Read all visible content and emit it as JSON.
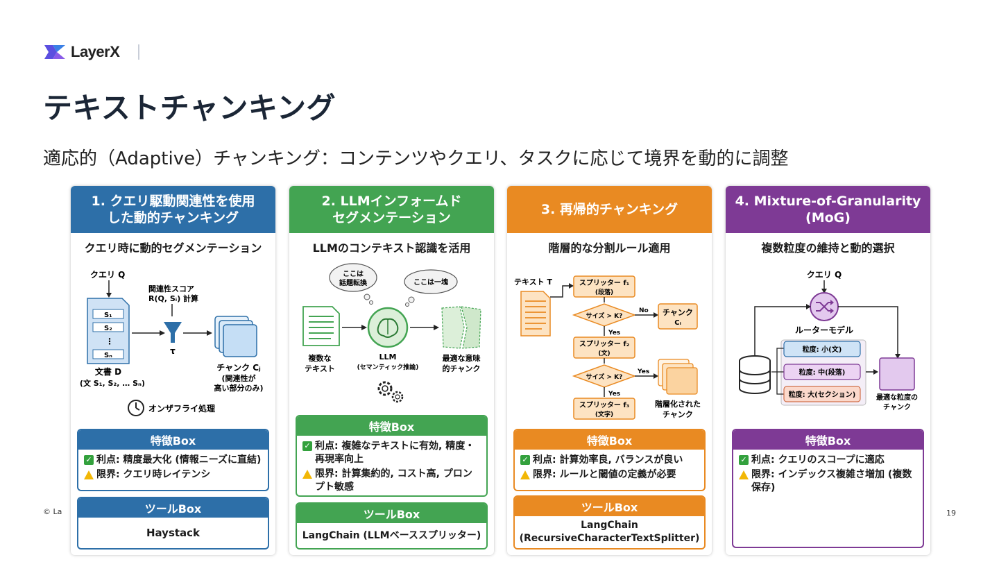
{
  "header": {
    "logo_text": "LayerX",
    "title": "テキストチャンキング",
    "subtitle": "適応的（Adaptive）チャンキング：コンテンツやクエリ、タスクに応じて境界を動的に調整"
  },
  "footer": {
    "copyright": "© La",
    "page_number": "19"
  },
  "colors": {
    "panel1": "#2d6fa8",
    "panel2": "#43a452",
    "panel3": "#e98a22",
    "panel4": "#7e3a95"
  },
  "panels": [
    {
      "title": "1. クエリ駆動関連性を使用\nした動的チャンキング",
      "subtitle": "クエリ時に動的セグメンテーション",
      "diagram": {
        "query": "クエリ Q",
        "score": "関連性スコア",
        "score_formula": "R(Q, Sᵢ) 計算",
        "s1": "S₁",
        "s2": "S₂",
        "sdots": "⋮",
        "sn": "Sₙ",
        "tau": "τ",
        "doc_label": "文書 D",
        "doc_sub": "(文 S₁, S₂, … Sₙ)",
        "chunk_label": "チャンク Cⱼ",
        "chunk_sub1": "(関連性が",
        "chunk_sub2": "高い部分のみ)",
        "onthefly": "オンザフライ処理"
      },
      "feature_box": {
        "title": "特徴Box",
        "pro": "利点: 精度最大化 (情報ニーズに直結)",
        "con": "限界: クエリ時レイテンシ"
      },
      "tool_box": {
        "title": "ツールBox",
        "text": "Haystack"
      }
    },
    {
      "title": "2. LLMインフォームド\nセグメンテーション",
      "subtitle": "LLMのコンテキスト認識を活用",
      "diagram": {
        "cloud1_line1": "ここは",
        "cloud1_line2": "話題転換",
        "cloud2": "ここは一塊",
        "input_line1": "複数な",
        "input_line2": "テキスト",
        "llm_label": "LLM",
        "llm_sub": "(セマンティック推論)",
        "output_line1": "最適な意味",
        "output_line2": "的チャンク"
      },
      "feature_box": {
        "title": "特徴Box",
        "pro": "利点: 複雑なテキストに有効, 精度・再現率向上",
        "con": "限界: 計算集約的, コスト高, プロンプト敏感"
      },
      "tool_box": {
        "title": "ツールBox",
        "text": "LangChain (LLMベーススプリッター)"
      }
    },
    {
      "title": "3. 再帰的チャンキング",
      "subtitle": "階層的な分割ルール適用",
      "diagram": {
        "text_t": "テキスト T",
        "splitter1": "スプリッター f₁",
        "splitter1_sub": "(段落)",
        "cond1": "サイズ > K?",
        "no": "No",
        "yes1": "Yes",
        "chunk": "チャンク",
        "chunk_sub": "Cᵢ",
        "splitter2": "スプリッター f₂",
        "splitter2_sub": "(文)",
        "cond2": "サイズ > K?",
        "yes2": "Yes",
        "yes3": "Yes",
        "splitter3": "スプリッター f₃",
        "splitter3_sub": "(文字)",
        "hier_line1": "階層化された",
        "hier_line2": "チャンク"
      },
      "feature_box": {
        "title": "特徴Box",
        "pro": "利点: 計算効率良, バランスが良い",
        "con": "限界: ルールと閾値の定義が必要"
      },
      "tool_box": {
        "title": "ツールBox",
        "text": "LangChain\n(RecursiveCharacterTextSplitter)"
      }
    },
    {
      "title": "4. Mixture-of-Granularity\n(MoG)",
      "subtitle": "複数粒度の維持と動的選択",
      "diagram": {
        "query": "クエリ Q",
        "router": "ルーターモデル",
        "g_small": "粒度: 小(文)",
        "g_mid": "粒度: 中(段落)",
        "g_large": "粒度: 大(セクション)",
        "out_line1": "最適な粒度の",
        "out_line2": "チャンク"
      },
      "feature_box": {
        "title": "特徴Box",
        "pro": "利点: クエリのスコープに適応",
        "con": "限界: インデックス複雑さ増加 (複数保存)"
      }
    }
  ]
}
